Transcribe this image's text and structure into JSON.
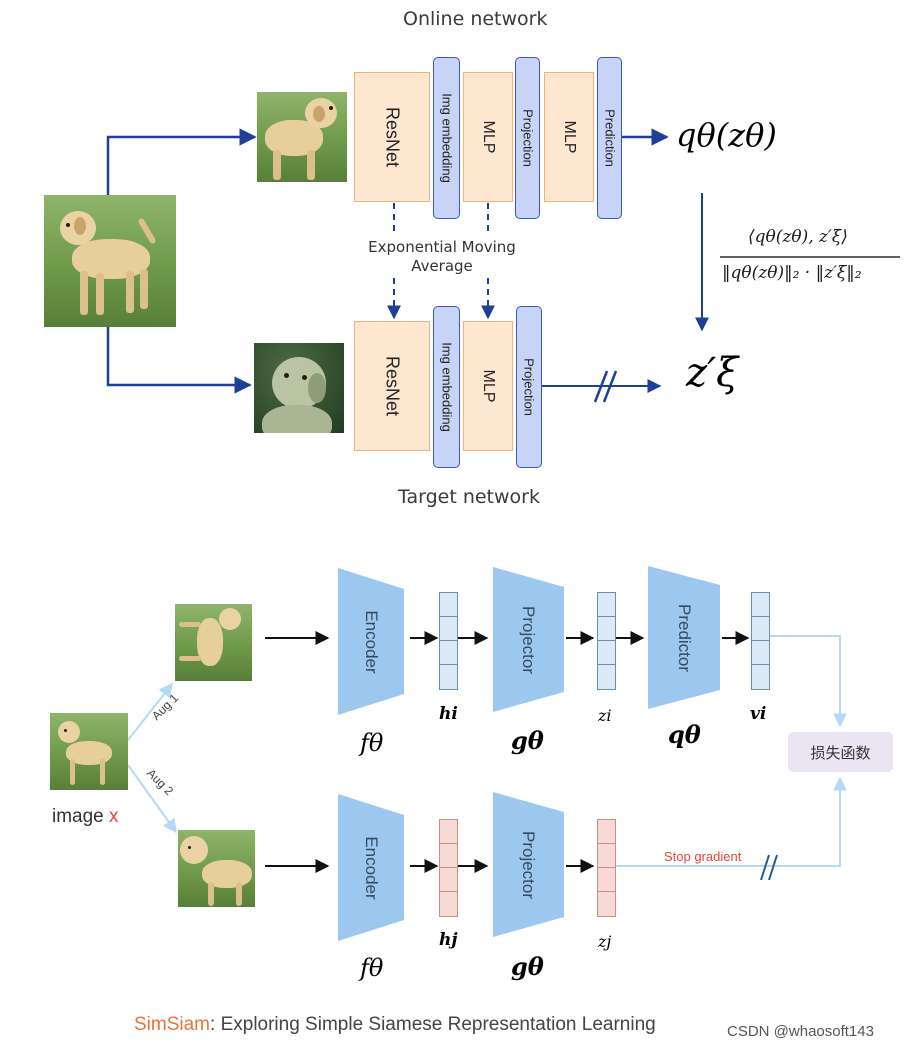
{
  "top": {
    "online_title": "Online network",
    "target_title": "Target network",
    "ema_label_line1": "Exponential Moving",
    "ema_label_line2": "Average",
    "online_blocks": {
      "resnet": "ResNet",
      "img_embedding": "Img embedding",
      "mlp1": "MLP",
      "projection": "Projection",
      "mlp2": "MLP",
      "prediction": "Prediction"
    },
    "target_blocks": {
      "resnet": "ResNet",
      "img_embedding": "Img embedding",
      "mlp": "MLP",
      "projection": "Projection"
    },
    "online_output": "qθ(zθ)",
    "target_output": "z′ξ",
    "similarity_numerator": "⟨qθ(zθ), z′ξ⟩",
    "similarity_denominator": "‖qθ(zθ)‖₂ · ‖z′ξ‖₂"
  },
  "bottom": {
    "encoder_label": "Encoder",
    "projector_label": "Projector",
    "predictor_label": "Predictor",
    "f_label": "fθ",
    "g_label": "gθ",
    "q_label": "qθ",
    "h_i": "hi",
    "z_i": "zi",
    "v_i": "vi",
    "h_j": "hj",
    "z_j": "zj",
    "aug1": "Aug 1",
    "aug2": "Aug 2",
    "image_label": "image",
    "image_var": "x",
    "stop_gradient": "Stop gradient",
    "loss": "损失函数",
    "caption_brand": "SimSiam",
    "caption_rest": ": Exploring Simple Siamese Representation Learning",
    "watermark": "CSDN @whaosoft143"
  },
  "colors": {
    "arrow_blue": "#1f3f94",
    "peach_fill": "#fde7d1",
    "lavender_fill": "#c8d4f7",
    "trapezoid_blue": "#9cc8f0",
    "stop_gradient_red": "#e0463a",
    "brand_orange": "#e8743b"
  }
}
